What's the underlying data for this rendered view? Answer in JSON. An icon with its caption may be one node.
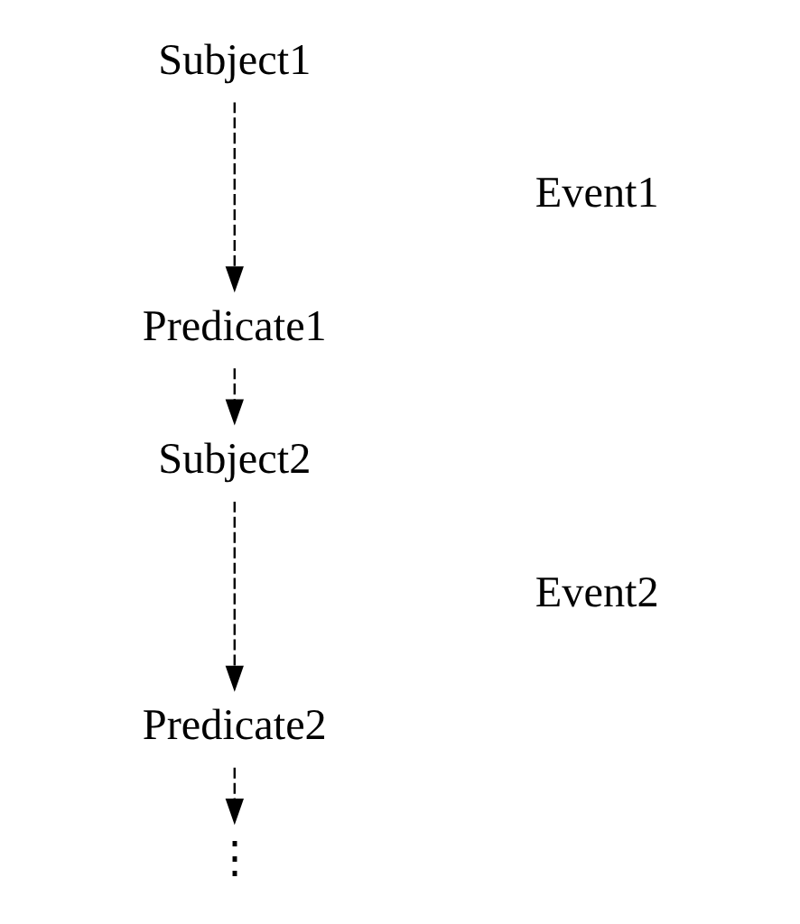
{
  "diagram": {
    "nodes": [
      {
        "text": [
          "Subject1"
        ]
      },
      {
        "text": [
          "Predicate1"
        ]
      },
      {
        "text": [
          "Subject2"
        ]
      },
      {
        "text": [
          "Predicate2"
        ]
      },
      {
        "text": [
          "⋮"
        ]
      }
    ],
    "edges": [
      {
        "from": 0,
        "to": 1,
        "arrow": "to",
        "style": "dashed"
      },
      {
        "from": 1,
        "to": 2,
        "arrow": "to",
        "style": "dashed"
      },
      {
        "from": 2,
        "to": 3,
        "arrow": "to",
        "style": "dashed"
      },
      {
        "from": 3,
        "to": 4,
        "arrow": "to",
        "style": "dashed"
      }
    ],
    "labels": [
      "Event1",
      "Event2"
    ]
  }
}
